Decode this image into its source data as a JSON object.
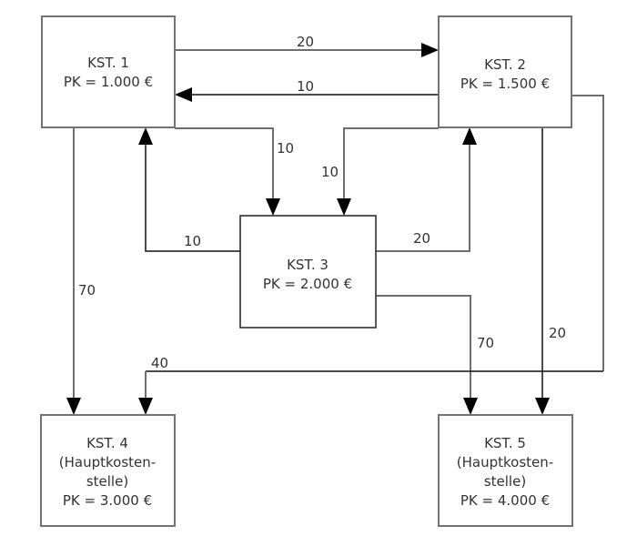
{
  "diagram": {
    "type": "cost-center-allocation-flow",
    "nodes": [
      {
        "id": "kst1",
        "lines": [
          "KST. 1",
          "PK = 1.000 €"
        ]
      },
      {
        "id": "kst2",
        "lines": [
          "KST. 2",
          "PK = 1.500 €"
        ]
      },
      {
        "id": "kst3",
        "lines": [
          "KST. 3",
          "PK = 2.000 €"
        ]
      },
      {
        "id": "kst4",
        "lines": [
          "KST. 4",
          "(Hauptkosten-",
          "stelle)",
          "PK = 3.000 €"
        ]
      },
      {
        "id": "kst5",
        "lines": [
          "KST. 5",
          "(Hauptkosten-",
          "stelle)",
          "PK = 4.000 €"
        ]
      }
    ],
    "edges": [
      {
        "from": "kst1",
        "to": "kst2",
        "label": "20"
      },
      {
        "from": "kst2",
        "to": "kst1",
        "label": "10"
      },
      {
        "from": "kst1",
        "to": "kst3",
        "label": "10"
      },
      {
        "from": "kst2",
        "to": "kst3",
        "label": "10"
      },
      {
        "from": "kst3",
        "to": "kst1",
        "label": "10"
      },
      {
        "from": "kst3",
        "to": "kst2",
        "label": "20"
      },
      {
        "from": "kst1",
        "to": "kst4",
        "label": "70"
      },
      {
        "from": "kst3",
        "to": "kst5",
        "label": "70"
      },
      {
        "from": "kst2",
        "to": "kst5",
        "label": "20"
      },
      {
        "from": "kst2",
        "to": "kst4",
        "label": "40"
      }
    ]
  }
}
